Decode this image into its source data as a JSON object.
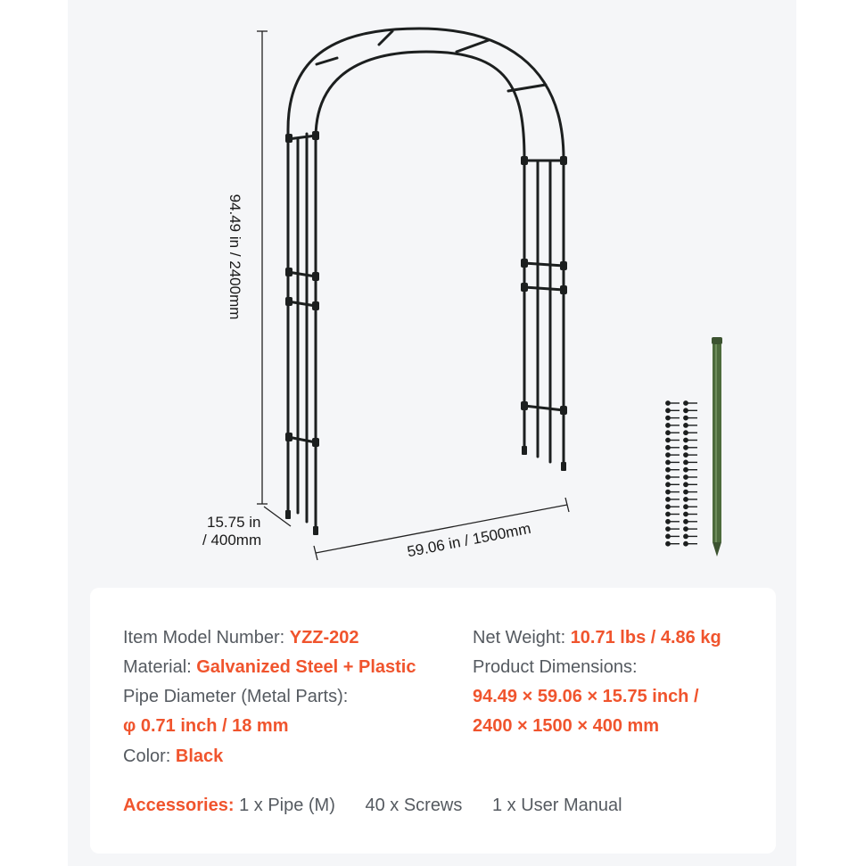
{
  "dimensions": {
    "height": "94.49 in / 2400mm",
    "depth_line1": "15.75 in",
    "depth_line2": "/ 400mm",
    "width": "59.06 in / 1500mm"
  },
  "specs": {
    "model_label": "Item Model Number: ",
    "model_value": "YZZ-202",
    "material_label": "Material: ",
    "material_value": "Galvanized Steel + Plastic",
    "pipe_label": "Pipe Diameter (Metal Parts):",
    "pipe_value": "φ 0.71 inch / 18 mm",
    "color_label": "Color: ",
    "color_value": "Black",
    "weight_label": "Net Weight: ",
    "weight_value": "10.71 lbs / 4.86 kg",
    "dimensions_label": "Product Dimensions:",
    "dimensions_value_line1": "94.49 × 59.06 × 15.75 inch /",
    "dimensions_value_line2": "2400 × 1500 × 400 mm",
    "accessories_label": "Accessories: ",
    "accessories_items": [
      "1 x Pipe (M)",
      "40 x Screws",
      "1 x User Manual"
    ]
  },
  "colors": {
    "accent": "#f0542d",
    "text": "#555a60",
    "panel_bg": "#f5f6f8",
    "card_bg": "#ffffff",
    "arch": "#1c1f1f",
    "pipe": "#4d6b3c"
  },
  "icons": {
    "product": "garden-arch-illustration",
    "screws": "screw-set-illustration",
    "pipe": "ground-pipe-illustration"
  }
}
